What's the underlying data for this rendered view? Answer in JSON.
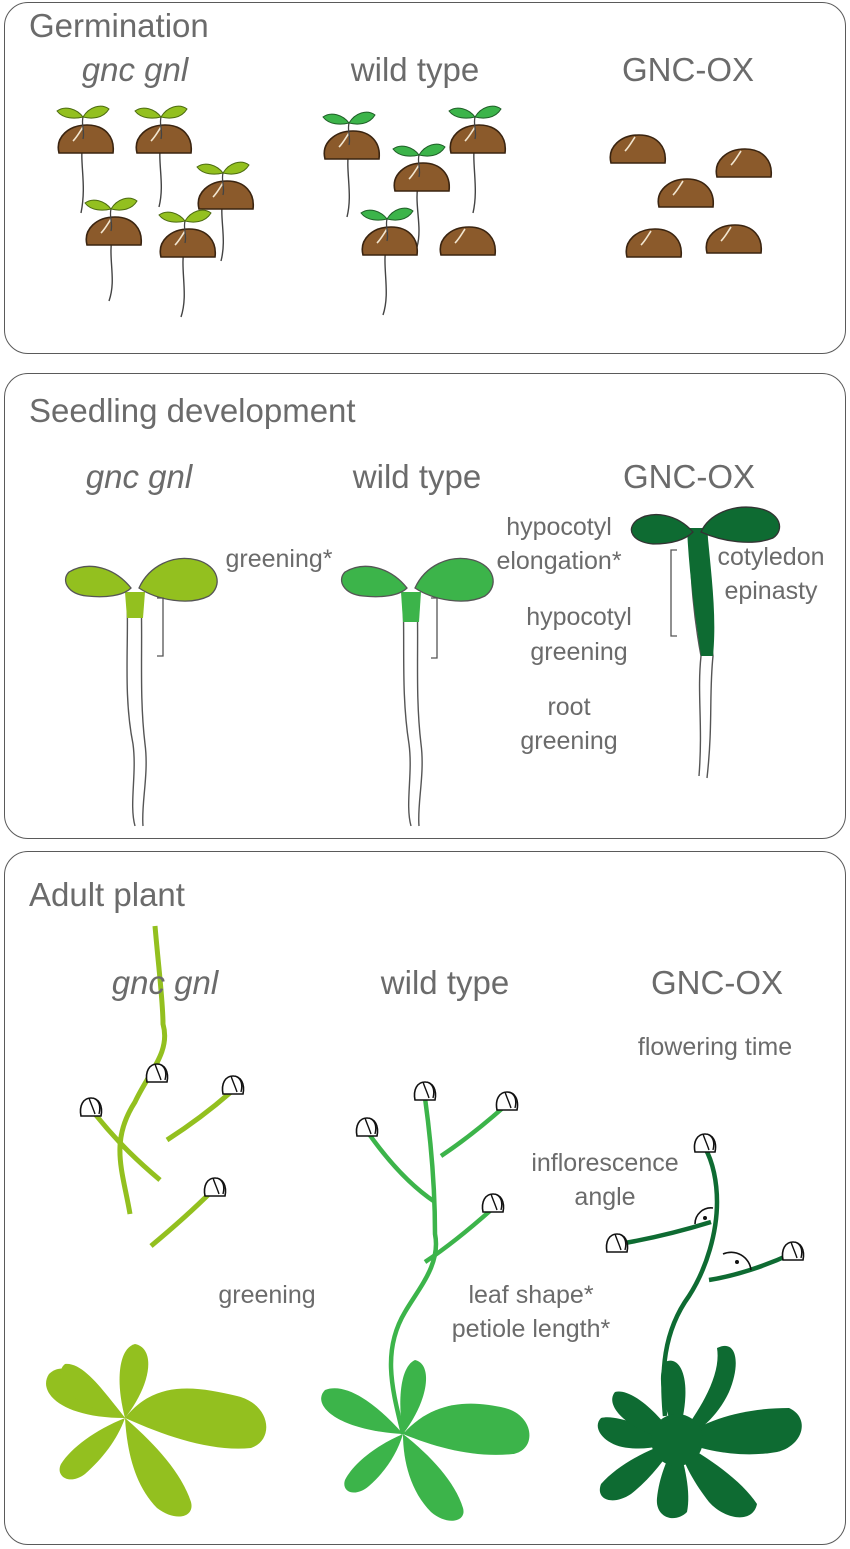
{
  "panels": {
    "germination": {
      "title": "Germination",
      "genotypes": [
        "gnc gnl",
        "wild type",
        "GNC-OX"
      ]
    },
    "seedling": {
      "title": "Seedling development",
      "genotypes": [
        "gnc gnl",
        "wild type",
        "GNC-OX"
      ],
      "notes": {
        "greening": "greening*",
        "hypocotyl_elongation_1": "hypocotyl",
        "hypocotyl_elongation_2": "elongation*",
        "cotyledon_epinasty_1": "cotyledon",
        "cotyledon_epinasty_2": "epinasty",
        "hypocotyl_greening_1": "hypocotyl",
        "hypocotyl_greening_2": "greening",
        "root_greening_1": "root",
        "root_greening_2": "greening"
      }
    },
    "adult": {
      "title": "Adult plant",
      "genotypes": [
        "gnc gnl",
        "wild type",
        "GNC-OX"
      ],
      "notes": {
        "flowering_time": "flowering time",
        "inflorescence_angle_1": "inflorescence",
        "inflorescence_angle_2": "angle",
        "greening": "greening",
        "leaf_shape": "leaf shape*",
        "petiole_length": "petiole length*"
      }
    }
  },
  "colors": {
    "gnc_gnl_green": "#93c01f",
    "wild_type_green": "#3cb44a",
    "gnc_ox_green": "#0e6b32",
    "seed_brown": "#8b5a2b",
    "text_gray": "#6b6b6b"
  }
}
